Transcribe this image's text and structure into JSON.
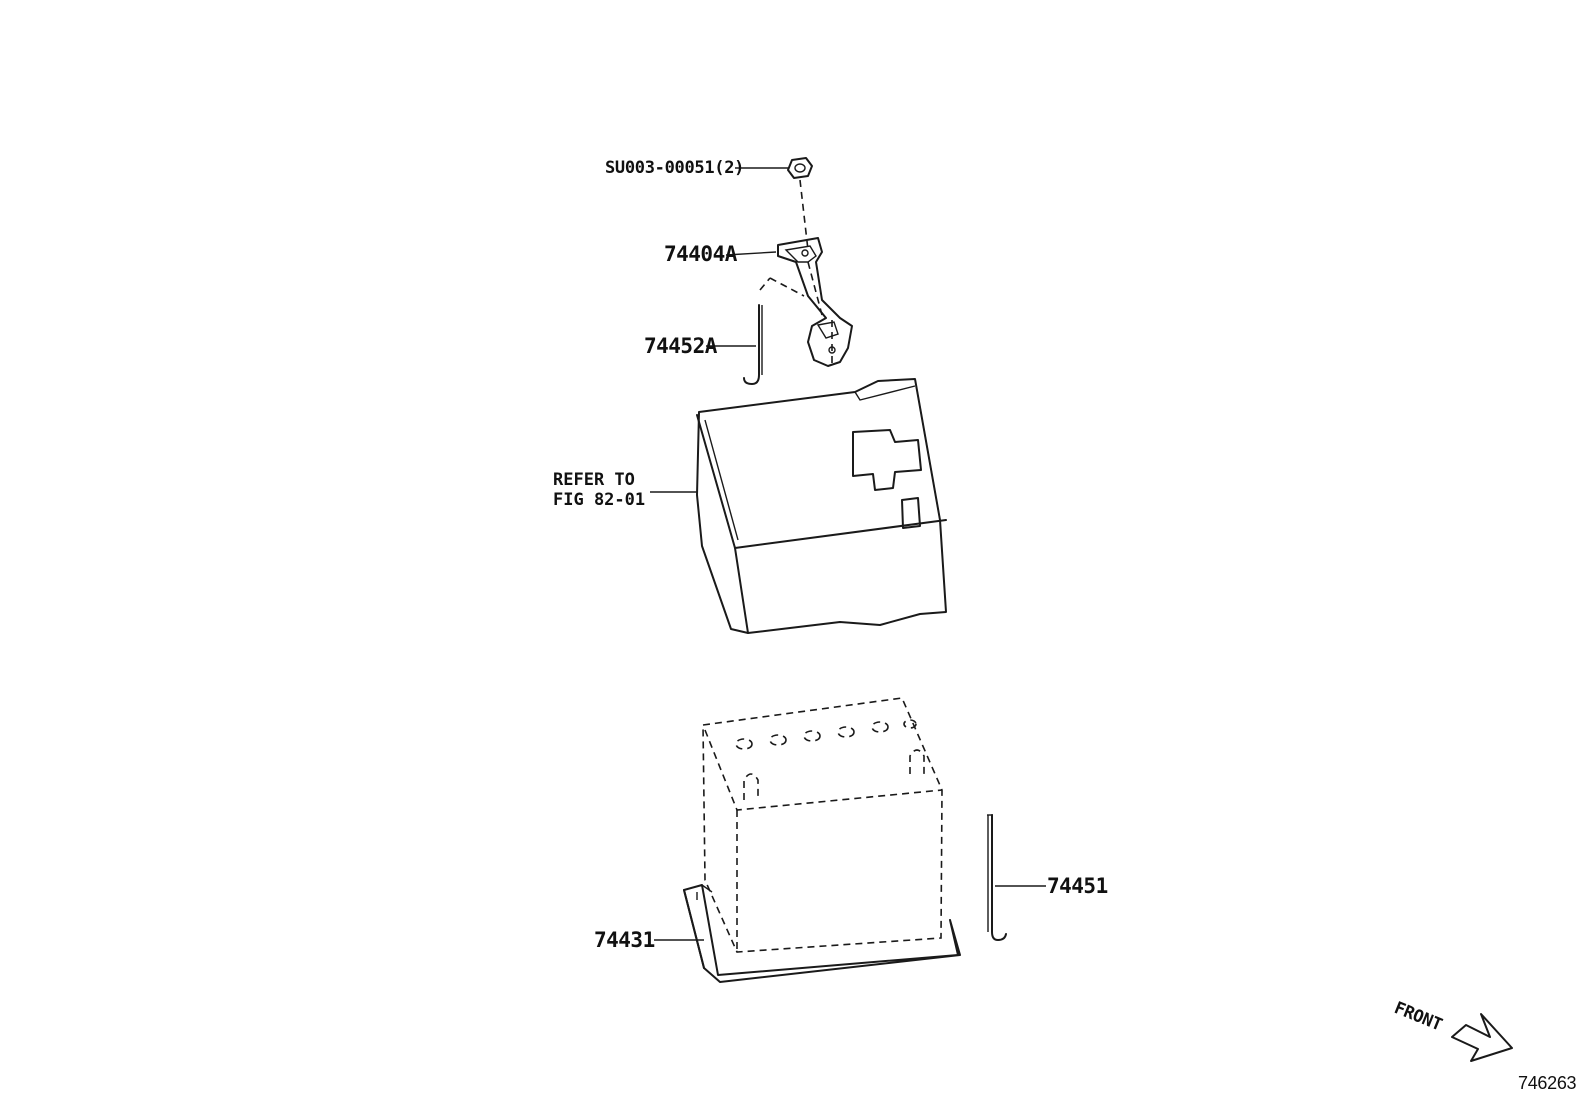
{
  "labels": {
    "nut": "SU003-00051(2)",
    "clamp": "74404A",
    "clamp_bolt": "74452A",
    "tray_ref_line1": "REFER TO",
    "tray_ref_line2": "FIG 82-01",
    "bolt": "74451",
    "tray": "74431",
    "front": "FRONT",
    "figure_number": "746263"
  }
}
